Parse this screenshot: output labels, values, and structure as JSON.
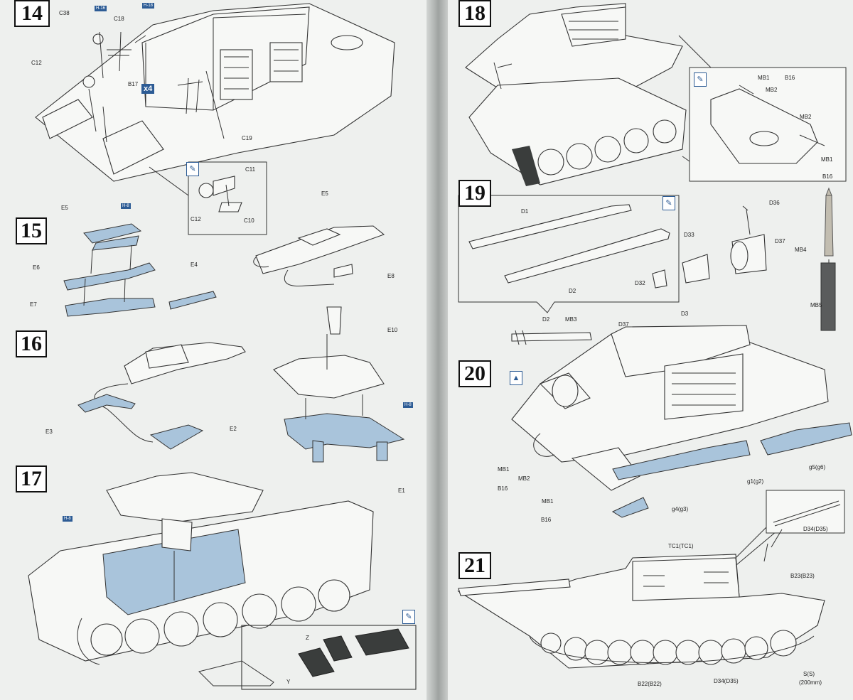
{
  "steps": {
    "s14": "14",
    "s15": "15",
    "s16": "16",
    "s17": "17",
    "s18": "18",
    "s19": "19",
    "s20": "20",
    "s21": "21"
  },
  "refs": {
    "a": "H-16",
    "b": "H-8",
    "c": "H-18"
  },
  "step14": {
    "labels": {
      "c38": "C38",
      "c18": "C18",
      "c12": "C12",
      "b17": "B17",
      "c19": "C19",
      "c11": "C11",
      "c12b": "C12",
      "c10": "C10"
    },
    "multiplier": "x4"
  },
  "step15": {
    "labels": {
      "e5": "E5",
      "e6": "E6",
      "e4": "E4",
      "e7": "E7",
      "e5b": "E5",
      "e8": "E8"
    }
  },
  "step16": {
    "labels": {
      "e10": "E10",
      "e3": "E3",
      "e2": "E2",
      "e1": "E1"
    }
  },
  "step17": {
    "labels": {
      "z": "Z",
      "y": "Y"
    }
  },
  "step18": {
    "labels": {
      "mb1a": "MB1",
      "b16a": "B16",
      "mb2a": "MB2",
      "mb2b": "MB2",
      "mb1b": "MB1",
      "b16b": "B16"
    }
  },
  "step19": {
    "labels": {
      "d1": "D1",
      "d2": "D2",
      "d36": "D36",
      "d33": "D33",
      "d37": "D37",
      "mb4": "MB4",
      "d32": "D32",
      "mb5": "MB5",
      "d2mb3": "D2",
      "mb3": "MB3"
    }
  },
  "step20": {
    "labels": {
      "d37": "D37",
      "d3": "D3",
      "mb1a": "MB1",
      "b16a": "B16",
      "mb2": "MB2",
      "mb1b": "MB1",
      "b16b": "B16",
      "g5": "g5(g6)",
      "g1": "g1(g2)",
      "g4": "g4(g3)"
    }
  },
  "step21": {
    "labels": {
      "d34top": "D34(D35)",
      "tc1": "TC1(TC1)",
      "b23": "B23(B23)",
      "b22": "B22(B22)",
      "d34": "D34(D35)",
      "ss": "S(S)",
      "mm": "(200mm)"
    }
  }
}
